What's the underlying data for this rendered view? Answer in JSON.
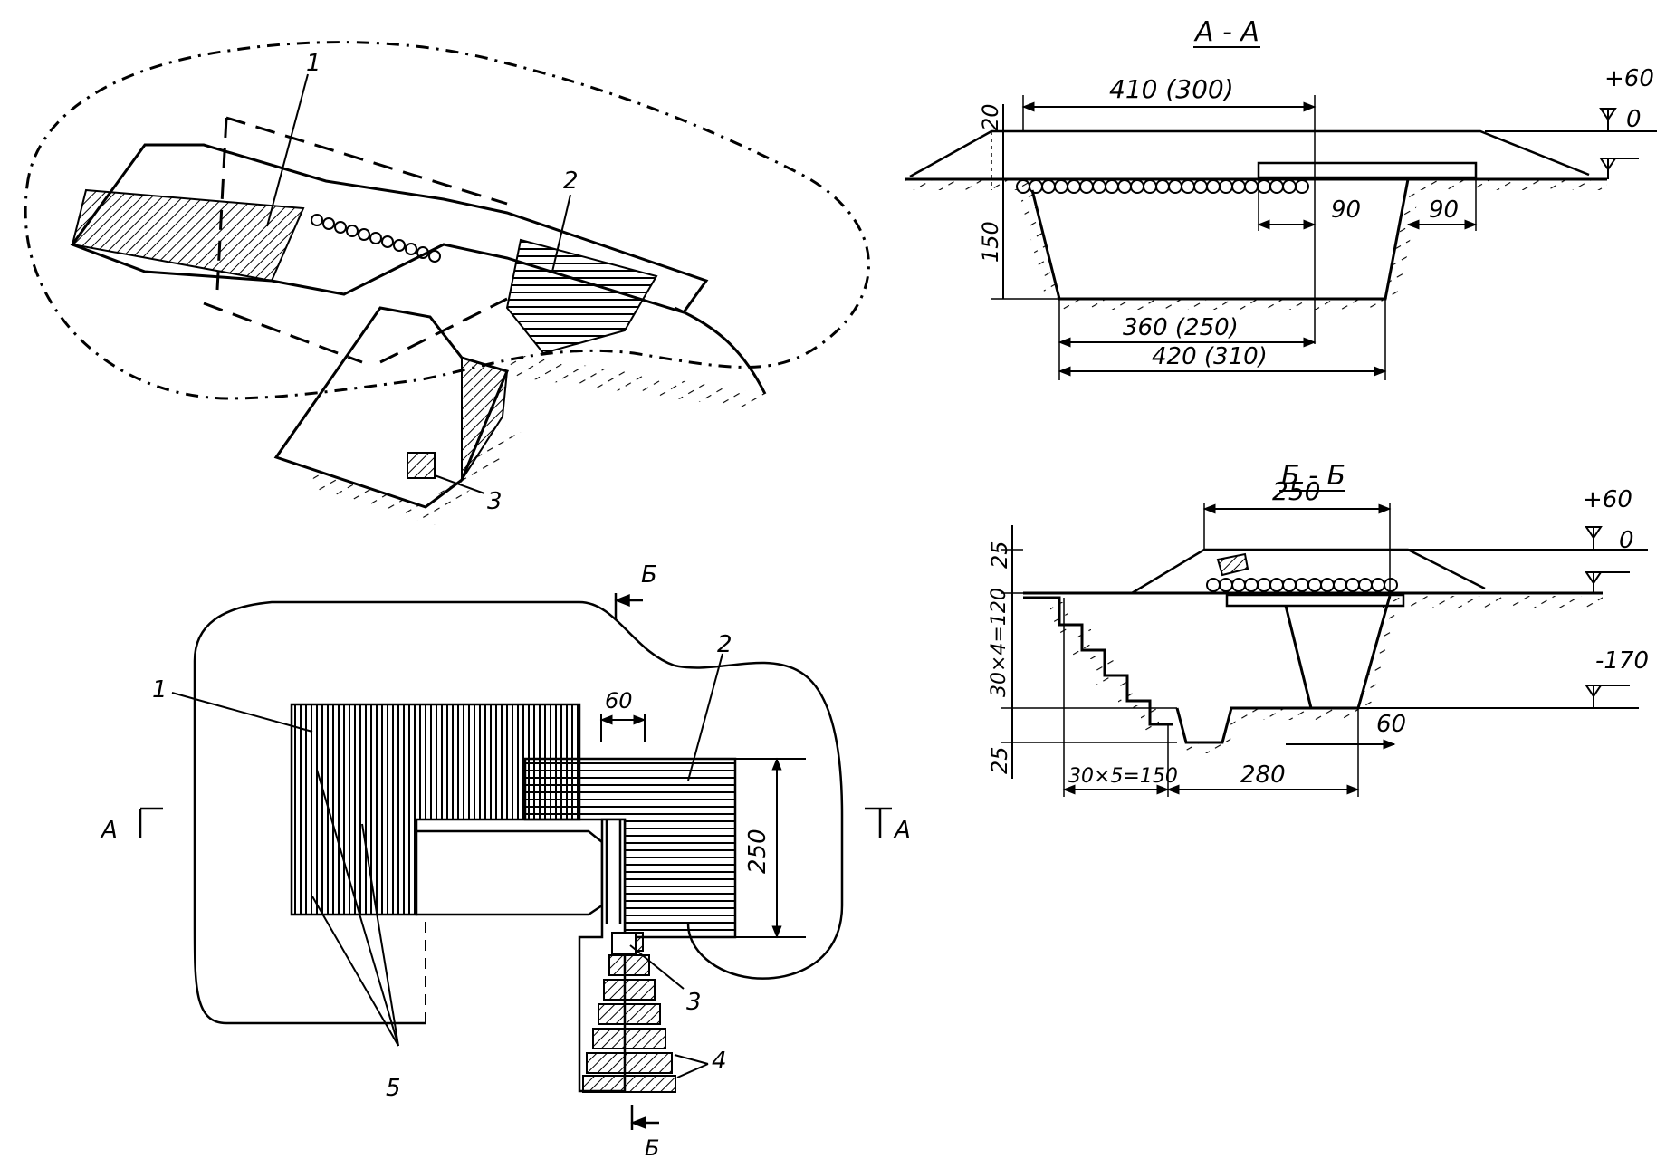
{
  "persp": {
    "callouts": [
      "1",
      "2",
      "3"
    ]
  },
  "plan": {
    "callouts": [
      "1",
      "2",
      "3",
      "4",
      "5"
    ],
    "section_marks": {
      "a_left": "А",
      "a_right": "А",
      "b_top": "Б",
      "b_bottom": "Б"
    },
    "dims": {
      "width_60": "60",
      "height_250": "250"
    }
  },
  "section_aa": {
    "title": "А - А",
    "top_dim": "410 (300)",
    "left_top": "20",
    "left_height": "150",
    "inner_90": "90",
    "outer_90": "90",
    "bottom_inner": "360 (250)",
    "bottom_outer": "420 (310)",
    "level_plus": "+60",
    "level_zero": "0"
  },
  "section_bb": {
    "title": "Б - Б",
    "top_dim": "250",
    "level_plus": "+60",
    "level_zero": "0",
    "level_minus": "-170",
    "left_top": "25",
    "left_steps": "30×4=120",
    "left_bottom": "25",
    "bottom_steps": "30×5=150",
    "bottom_280": "280",
    "right_60": "60"
  }
}
